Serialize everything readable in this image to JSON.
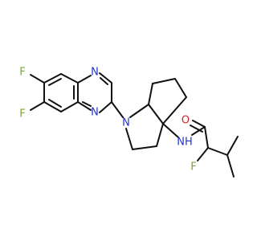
{
  "molecule": {
    "atoms": {
      "f_top": "F",
      "f_bottom": "F",
      "n_quinox_top": "N",
      "n_quinox_bottom": "N",
      "n_pyrrolidine": "N",
      "n_amide": "NH",
      "o_carbonyl": "O",
      "f_alpha": "F"
    },
    "colors": {
      "nitrogen": "#2233cc",
      "oxygen": "#d42020",
      "fluorine": "#7aa33c",
      "bond": "#111111"
    }
  }
}
